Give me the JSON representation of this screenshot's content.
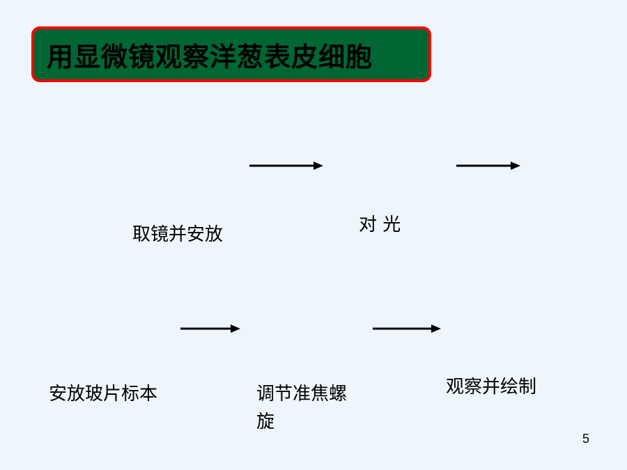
{
  "title": "用显微镜观察洋葱表皮细胞",
  "steps": {
    "step1": "取镜并安放",
    "step2": "对 光",
    "step3": "安放玻片标本",
    "step4_line1": "调节准焦螺",
    "step4_line2": "旋",
    "step5": "观察并绘制"
  },
  "page_number": "5",
  "colors": {
    "background": "#eef6fc",
    "title_fill": "#006633",
    "title_border": "#ff0000",
    "arrow": "#000000"
  }
}
